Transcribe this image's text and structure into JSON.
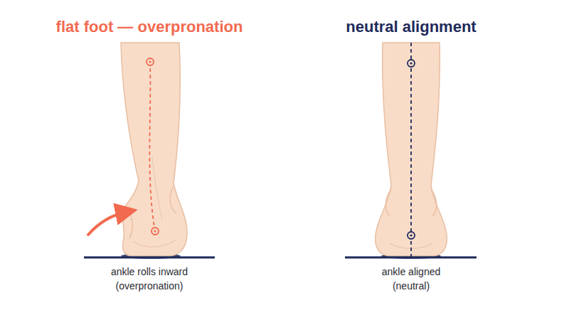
{
  "diagram": {
    "labels": [
      "flat foot — overpronation",
      "neutral alignment",
      "ankle rolls inward (overpronation)",
      "ankle aligned (neutral)"
    ]
  }
}
